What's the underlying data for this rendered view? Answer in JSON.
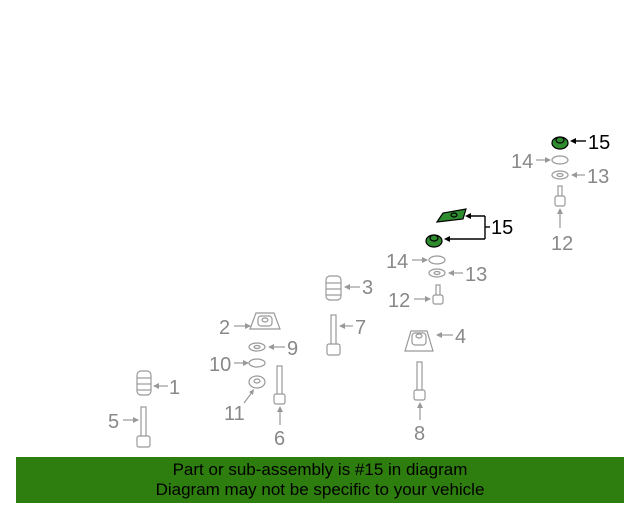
{
  "diagram": {
    "highlight_color": "#2e8b2e",
    "callouts": {
      "c1": "1",
      "c2": "2",
      "c3": "3",
      "c4": "4",
      "c5": "5",
      "c6": "6",
      "c7": "7",
      "c8": "8",
      "c9": "9",
      "c10": "10",
      "c11": "11",
      "c12a": "12",
      "c12b": "12",
      "c13a": "13",
      "c13b": "13",
      "c14a": "14",
      "c14b": "14",
      "c15a": "15",
      "c15b": "15"
    }
  },
  "banner": {
    "line1": "Part or sub-assembly is #15 in diagram",
    "line2": "Diagram may not be specific to your vehicle",
    "background": "#2e7d0f"
  }
}
